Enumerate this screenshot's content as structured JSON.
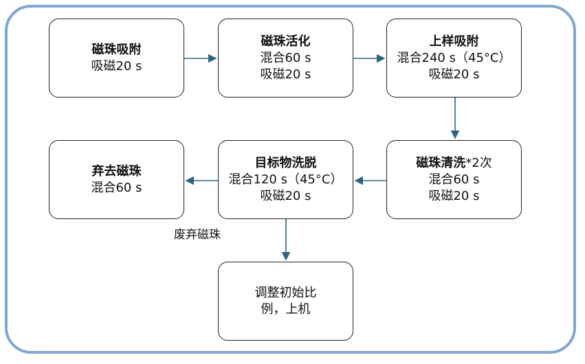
{
  "nodes": {
    "bead_adsorb": {
      "title": "磁珠吸附",
      "lines": [
        "吸磁20 s"
      ]
    },
    "bead_activate": {
      "title": "磁珠活化",
      "lines": [
        "混合60 s",
        "吸磁20 s"
      ]
    },
    "sample_adsorb": {
      "title": "上样吸附",
      "lines": [
        "混合240 s（45°C）",
        "吸磁20 s"
      ]
    },
    "discard_beads": {
      "title": "弃去磁珠",
      "lines": [
        "混合60 s"
      ]
    },
    "target_elute": {
      "title": "目标物洗脱",
      "lines": [
        "混合120 s（45°C）",
        "吸磁20 s"
      ]
    },
    "bead_wash": {
      "title": "磁珠清洗",
      "title_suffix": "*2次",
      "lines": [
        "混合60 s",
        "吸磁20 s"
      ]
    },
    "adjust_ratio": {
      "lines": [
        "调整初始比",
        "例，上机"
      ]
    }
  },
  "edge_label": "废弃磁珠",
  "colors": {
    "frame": "#7fa6d3",
    "arrow": "#2e6483",
    "box_border": "#1f1f1f"
  }
}
